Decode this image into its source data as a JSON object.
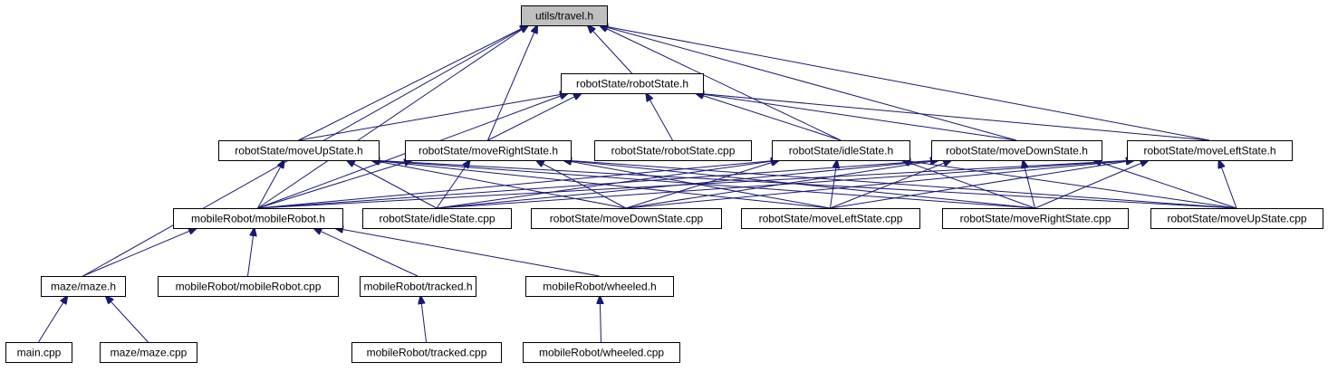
{
  "diagram": {
    "nodes": [
      {
        "id": "travel_h",
        "label": "utils/travel.h",
        "root": true
      },
      {
        "id": "robotState_h",
        "label": "robotState/robotState.h"
      },
      {
        "id": "moveUpState_h",
        "label": "robotState/moveUpState.h"
      },
      {
        "id": "moveRightState_h",
        "label": "robotState/moveRightState.h"
      },
      {
        "id": "robotState_cpp",
        "label": "robotState/robotState.cpp"
      },
      {
        "id": "idleState_h",
        "label": "robotState/idleState.h"
      },
      {
        "id": "moveDownState_h",
        "label": "robotState/moveDownState.h"
      },
      {
        "id": "moveLeftState_h",
        "label": "robotState/moveLeftState.h"
      },
      {
        "id": "mobileRobot_h",
        "label": "mobileRobot/mobileRobot.h"
      },
      {
        "id": "idleState_cpp",
        "label": "robotState/idleState.cpp"
      },
      {
        "id": "moveDownState_cpp",
        "label": "robotState/moveDownState.cpp"
      },
      {
        "id": "moveLeftState_cpp",
        "label": "robotState/moveLeftState.cpp"
      },
      {
        "id": "moveRightState_cpp",
        "label": "robotState/moveRightState.cpp"
      },
      {
        "id": "moveUpState_cpp",
        "label": "robotState/moveUpState.cpp"
      },
      {
        "id": "maze_h",
        "label": "maze/maze.h"
      },
      {
        "id": "mobileRobot_cpp",
        "label": "mobileRobot/mobileRobot.cpp"
      },
      {
        "id": "tracked_h",
        "label": "mobileRobot/tracked.h"
      },
      {
        "id": "wheeled_h",
        "label": "mobileRobot/wheeled.h"
      },
      {
        "id": "main_cpp",
        "label": "main.cpp"
      },
      {
        "id": "maze_cpp",
        "label": "maze/maze.cpp"
      },
      {
        "id": "tracked_cpp",
        "label": "mobileRobot/tracked.cpp"
      },
      {
        "id": "wheeled_cpp",
        "label": "mobileRobot/wheeled.cpp"
      }
    ],
    "edges": [
      [
        "robotState_h",
        "travel_h"
      ],
      [
        "moveUpState_h",
        "travel_h"
      ],
      [
        "moveRightState_h",
        "travel_h"
      ],
      [
        "idleState_h",
        "travel_h"
      ],
      [
        "moveDownState_h",
        "travel_h"
      ],
      [
        "moveLeftState_h",
        "travel_h"
      ],
      [
        "mobileRobot_h",
        "travel_h"
      ],
      [
        "maze_h",
        "travel_h"
      ],
      [
        "moveUpState_h",
        "robotState_h"
      ],
      [
        "moveRightState_h",
        "robotState_h"
      ],
      [
        "robotState_cpp",
        "robotState_h"
      ],
      [
        "idleState_h",
        "robotState_h"
      ],
      [
        "moveDownState_h",
        "robotState_h"
      ],
      [
        "moveLeftState_h",
        "robotState_h"
      ],
      [
        "mobileRobot_h",
        "robotState_h"
      ],
      [
        "mobileRobot_h",
        "moveUpState_h"
      ],
      [
        "idleState_cpp",
        "moveUpState_h"
      ],
      [
        "moveDownState_cpp",
        "moveUpState_h"
      ],
      [
        "moveLeftState_cpp",
        "moveUpState_h"
      ],
      [
        "moveRightState_cpp",
        "moveUpState_h"
      ],
      [
        "moveUpState_cpp",
        "moveUpState_h"
      ],
      [
        "mobileRobot_h",
        "moveRightState_h"
      ],
      [
        "idleState_cpp",
        "moveRightState_h"
      ],
      [
        "moveDownState_cpp",
        "moveRightState_h"
      ],
      [
        "moveLeftState_cpp",
        "moveRightState_h"
      ],
      [
        "moveRightState_cpp",
        "moveRightState_h"
      ],
      [
        "moveUpState_cpp",
        "moveRightState_h"
      ],
      [
        "mobileRobot_h",
        "idleState_h"
      ],
      [
        "idleState_cpp",
        "idleState_h"
      ],
      [
        "moveDownState_cpp",
        "idleState_h"
      ],
      [
        "moveLeftState_cpp",
        "idleState_h"
      ],
      [
        "moveRightState_cpp",
        "idleState_h"
      ],
      [
        "moveUpState_cpp",
        "idleState_h"
      ],
      [
        "mobileRobot_h",
        "moveDownState_h"
      ],
      [
        "idleState_cpp",
        "moveDownState_h"
      ],
      [
        "moveDownState_cpp",
        "moveDownState_h"
      ],
      [
        "moveLeftState_cpp",
        "moveDownState_h"
      ],
      [
        "moveRightState_cpp",
        "moveDownState_h"
      ],
      [
        "moveUpState_cpp",
        "moveDownState_h"
      ],
      [
        "mobileRobot_h",
        "moveLeftState_h"
      ],
      [
        "idleState_cpp",
        "moveLeftState_h"
      ],
      [
        "moveDownState_cpp",
        "moveLeftState_h"
      ],
      [
        "moveLeftState_cpp",
        "moveLeftState_h"
      ],
      [
        "moveRightState_cpp",
        "moveLeftState_h"
      ],
      [
        "moveUpState_cpp",
        "moveLeftState_h"
      ],
      [
        "maze_h",
        "mobileRobot_h"
      ],
      [
        "mobileRobot_cpp",
        "mobileRobot_h"
      ],
      [
        "tracked_h",
        "mobileRobot_h"
      ],
      [
        "wheeled_h",
        "mobileRobot_h"
      ],
      [
        "main_cpp",
        "maze_h"
      ],
      [
        "maze_cpp",
        "maze_h"
      ],
      [
        "tracked_cpp",
        "tracked_h"
      ],
      [
        "wheeled_cpp",
        "wheeled_h"
      ]
    ]
  }
}
